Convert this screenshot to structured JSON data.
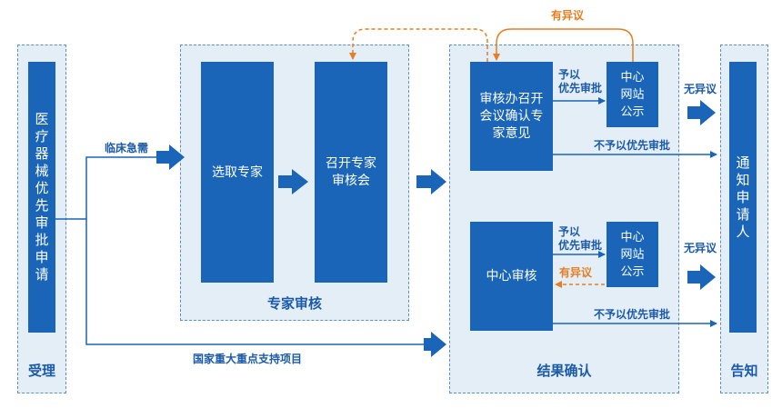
{
  "stages": {
    "accept": {
      "title": "受理",
      "box": [
        "医",
        "疗",
        "器",
        "械",
        "优",
        "先",
        "审",
        "批",
        "申",
        "请"
      ]
    },
    "expert": {
      "title": "专家审核",
      "select_box": "选取专家",
      "meeting_box": [
        "召开专家",
        "审核会"
      ]
    },
    "result": {
      "title": "结果确认",
      "office_box": [
        "审核办召开",
        "会议确认专",
        "家意见"
      ],
      "center_box": "中心审核",
      "publish_box": [
        "中心",
        "网站",
        "公示"
      ]
    },
    "notify": {
      "title": "告知",
      "box": [
        "通",
        "知",
        "申",
        "请",
        "人"
      ]
    }
  },
  "labels": {
    "urgent": "临床急需",
    "national": "国家重大重点支持项目",
    "objection": "有异议",
    "grant_line1": "予以",
    "grant_line2": "优先审批",
    "no_objection": "无异议",
    "deny": "不予以优先审批"
  },
  "colors": {
    "box": "#1a65b8",
    "panel": "#e4eef7",
    "border": "#5b8fc7",
    "orange": "#e67e22",
    "text": "#1b5aa6"
  }
}
